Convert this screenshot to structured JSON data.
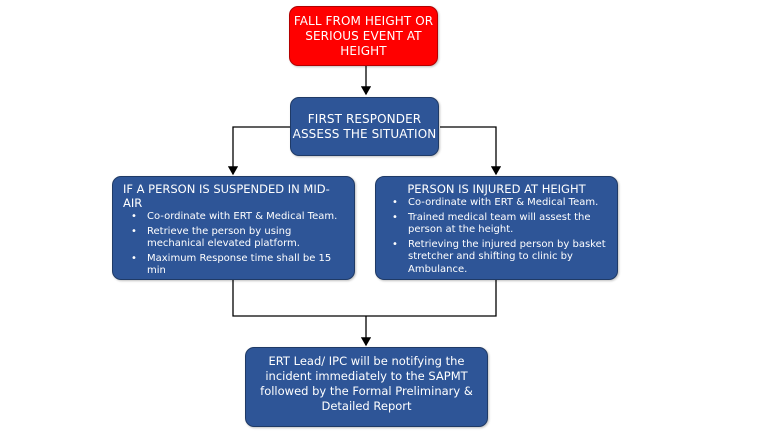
{
  "boxes": {
    "fall_event": {
      "lines": [
        "FALL FROM HEIGHT OR",
        "SERIOUS EVENT AT",
        "HEIGHT"
      ],
      "color": "#ff0000"
    },
    "first_responder": {
      "lines": [
        "FIRST RESPONDER",
        "ASSESS THE SITUATION"
      ],
      "color": "#2e5597"
    },
    "suspended": {
      "heading": "IF A PERSON IS SUSPENDED IN MID-AIR",
      "bullets": [
        "Co-ordinate with ERT & Medical Team.",
        "Retrieve the person by using mechanical elevated platform.",
        "Maximum Response time shall be 15 min"
      ]
    },
    "injured": {
      "heading": "PERSON IS INJURED AT HEIGHT",
      "bullets": [
        "Co-ordinate with ERT & Medical Team.",
        "Trained medical team will assest the person at the height.",
        "Retrieving the injured person by basket stretcher and shifting to clinic by Ambulance."
      ]
    },
    "ert_lead": {
      "text": "ERT Lead/ IPC will be notifying the incident immediately to the SAPMT followed by the Formal Preliminary & Detailed Report"
    }
  }
}
